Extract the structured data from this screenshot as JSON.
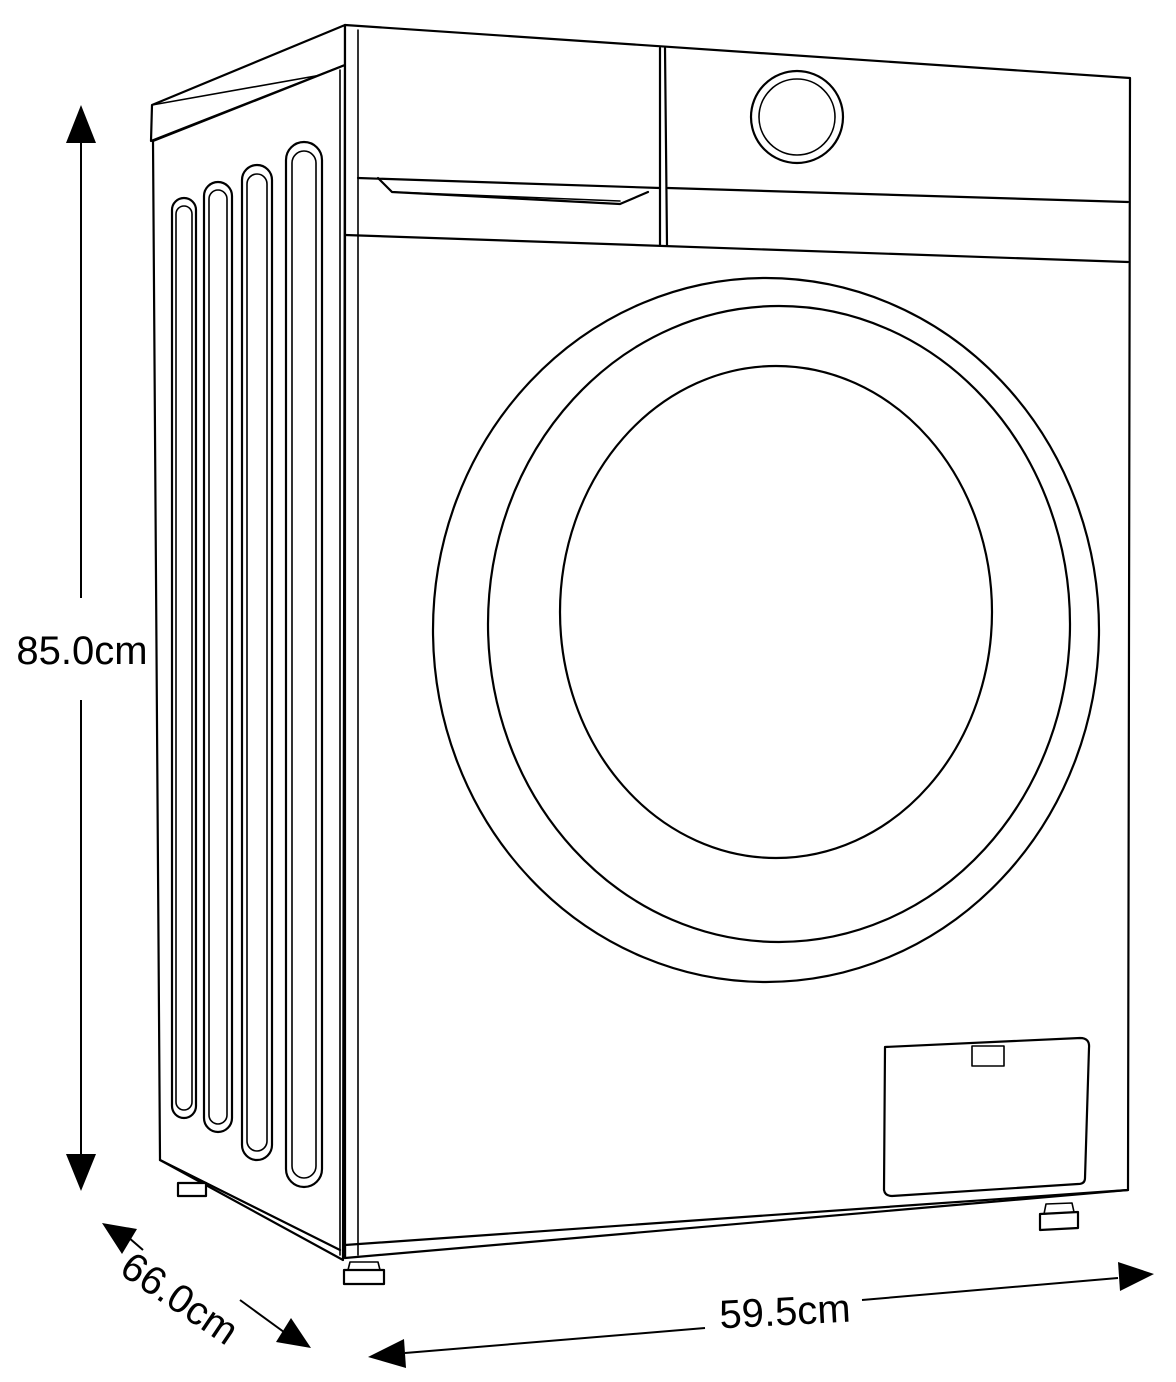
{
  "diagram": {
    "dimensions": {
      "height_label": "85.0cm",
      "depth_label": "66.0cm",
      "width_label": "59.5cm"
    },
    "colors": {
      "line": "#000000",
      "background": "#ffffff"
    }
  }
}
